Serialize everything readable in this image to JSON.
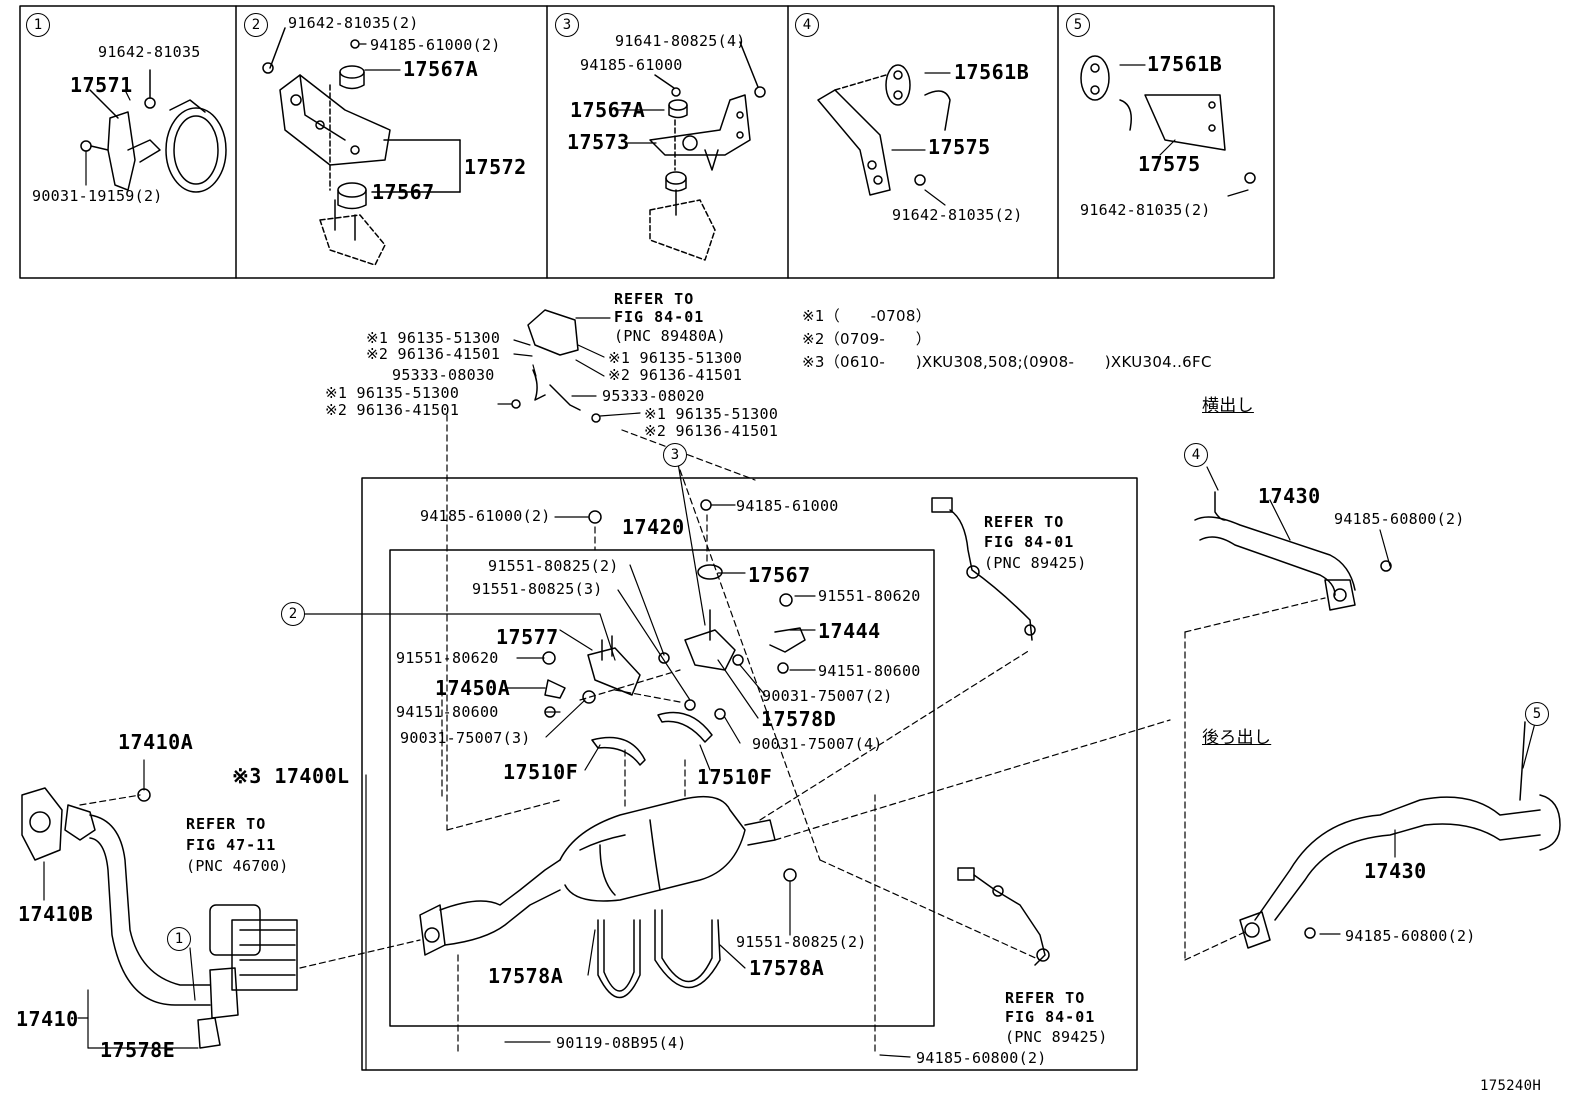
{
  "header_panels": [
    {
      "num": "1",
      "labels": [
        "91642-81035",
        "17571",
        "90031-19159(2)"
      ]
    },
    {
      "num": "2",
      "labels": [
        "91642-81035(2)",
        "94185-61000(2)",
        "17567A",
        "17572",
        "17567"
      ]
    },
    {
      "num": "3",
      "labels": [
        "91641-80825(4)",
        "94185-61000",
        "17567A",
        "17573"
      ]
    },
    {
      "num": "4",
      "labels": [
        "17561B",
        "17575",
        "91642-81035(2)"
      ]
    },
    {
      "num": "5",
      "labels": [
        "17561B",
        "17575",
        "91642-81035(2)"
      ]
    }
  ],
  "notes": {
    "n1": "※1（　　-0708）",
    "n2": "※2（0709-　　）",
    "n3": "※3（0610-　　)XKU308,508;(0908-　　)XKU304..6FC"
  },
  "jp": {
    "side_exit": "横出し",
    "rear_exit": "後ろ出し"
  },
  "refs": {
    "top": [
      "REFER TO",
      "FIG 84-01",
      "(PNC 89480A)"
    ],
    "sensor_upper": [
      "REFER TO",
      "FIG 84-01",
      "(PNC 89425)"
    ],
    "sensor_lower": [
      "REFER TO",
      "FIG 84-01",
      "(PNC 89425)"
    ],
    "egr": [
      "REFER TO",
      "FIG 47-11",
      "(PNC 46700)"
    ]
  },
  "callouts": [
    "1",
    "2",
    "3",
    "4",
    "5"
  ],
  "labels": {
    "top_l1": "※1 96135-51300",
    "top_l2": "※2 96136-41501",
    "top_l3": "95333-08030",
    "top_l4": "※1 96135-51300",
    "top_l5": "※2 96136-41501",
    "top_r1": "※1 96135-51300",
    "top_r2": "※2 96136-41501",
    "top_r3": "95333-08020",
    "top_r4": "※1 96135-51300",
    "top_r5": "※2 96136-41501",
    "nut_l": "94185-61000(2)",
    "nut_r": "94185-61000",
    "p17420": "17420",
    "b80825_2": "91551-80825(2)",
    "b80825_3": "91551-80825(3)",
    "p17567": "17567",
    "b80620_r": "91551-80620",
    "p17444": "17444",
    "p17577": "17577",
    "b80620_l": "91551-80620",
    "n94151_r": "94151-80600",
    "p17450a": "17450A",
    "g75007_2": "90031-75007(2)",
    "n94151_l": "94151-80600",
    "p17578d": "17578D",
    "g75007_3": "90031-75007(3)",
    "g75007_4": "90031-75007(4)",
    "p17510f_l": "17510F",
    "p17510f_r": "17510F",
    "p17400l": "※3 17400L",
    "p17410a": "17410A",
    "p17410b": "17410B",
    "p17410": "17410",
    "p17578e": "17578E",
    "b80825_2b": "91551-80825(2)",
    "p17578a_l": "17578A",
    "p17578a_r": "17578A",
    "b08b95": "90119-08B95(4)",
    "n60800_bot": "94185-60800(2)",
    "p17430_top": "17430",
    "n60800_top": "94185-60800(2)",
    "p17430_bot": "17430",
    "n60800_rt": "94185-60800(2)",
    "code": "175240H"
  }
}
